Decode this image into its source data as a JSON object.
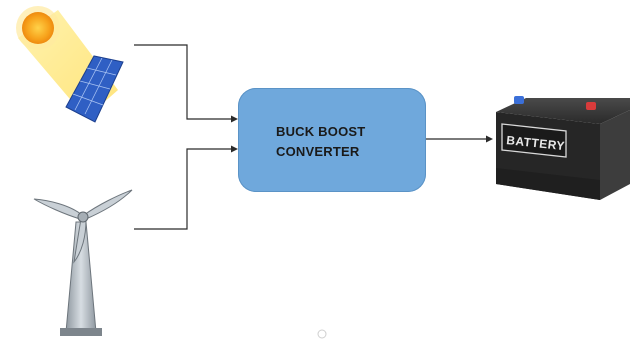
{
  "converter": {
    "line1": "BUCK BOOST",
    "line2": "CONVERTER"
  },
  "battery": {
    "label": "BATTERY"
  },
  "icons": {
    "sun": "sun-icon",
    "solar_panel": "solar-panel-icon",
    "wind_turbine": "wind-turbine-icon",
    "battery": "battery-icon"
  },
  "colors": {
    "converter_fill": "#6fa8dc",
    "sun_core": "#f39c12",
    "sun_rays": "#ffe27a",
    "panel_blue": "#3f6fd1",
    "line": "#2b2b2b",
    "battery_body": "#2e2e2e"
  }
}
